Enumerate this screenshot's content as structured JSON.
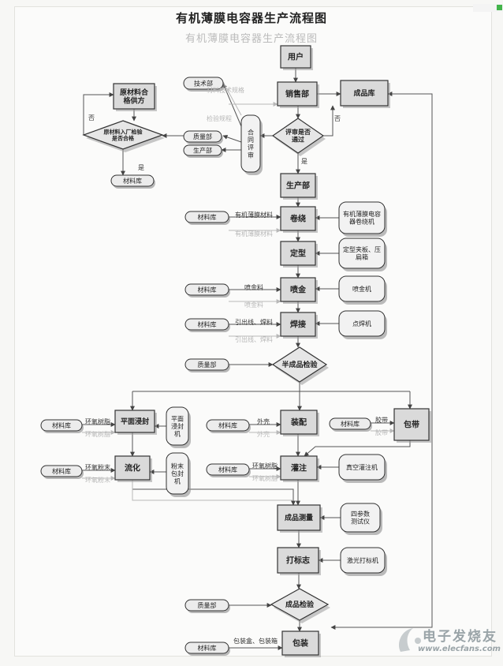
{
  "title": "有机薄膜电容器生产流程图",
  "title_ghost": "有机薄膜电容器生产流程图",
  "nodes": {
    "user": "用户",
    "sales": "销售部",
    "finished_warehouse": "成品库",
    "review": "评审是否\n通过",
    "contract_review": "合\n同\n评\n审",
    "tech_dept": "技术部",
    "quality_dept_1": "质量部",
    "production_dept_small": "生产部",
    "supplier": "原材料合\n格供方",
    "incoming_check": "原材料入厂检验\n是否合格",
    "warehouse_top": "材料库",
    "production_dept": "生产部",
    "winding": "卷绕",
    "winding_machine": "有机薄膜电容\n器卷绕机",
    "shaping": "定型",
    "shaping_machine": "定型夹板、压\n扁箱",
    "spraying": "喷金",
    "spraying_machine": "喷金机",
    "welding": "焊接",
    "welding_machine": "点焊机",
    "semi_check": "半成品检验",
    "quality_dept_2": "质量部",
    "flat_dip": "平面浸封",
    "flat_dip_machine": "平面\n浸封\n机",
    "assembly": "装配",
    "wrapping": "包带",
    "flow_coat": "流化",
    "powder_machine": "粉末\n包封\n机",
    "potting": "灌注",
    "vacuum_machine": "真空灌注机",
    "measure": "成品测量",
    "tester": "四参数\n测试仪",
    "marking": "打标志",
    "laser": "激光打标机",
    "final_check": "成品检验",
    "quality_dept_3": "质量部",
    "packing": "包装",
    "wh_winding": "材料库",
    "wh_spray": "材料库",
    "wh_weld": "材料库",
    "wh_dip": "材料库",
    "wh_assembly": "材料库",
    "wh_wrap": "材料库",
    "wh_flow": "材料库",
    "wh_potting": "材料库",
    "wh_pack": "材料库"
  },
  "labels": {
    "no_left": "否",
    "no_right": "否",
    "yes_left": "是",
    "yes_center": "是",
    "film": "有机薄膜材料",
    "film_ghost": "有机薄膜材料",
    "spray_mat": "喷金料",
    "spray_ghost": "喷金料",
    "lead": "引出线、焊料",
    "lead_ghost": "引出线、焊料",
    "resin1": "环氧树脂",
    "resin1_ghost": "环氧树脂",
    "shell": "外壳",
    "shell_ghost": "外壳",
    "tape": "胶带",
    "tape_ghost": "胶带",
    "powder": "环氧粉末",
    "powder_ghost": "环氧粉末",
    "resin2": "环氧树脂",
    "resin2_ghost": "环氧树脂",
    "pack_mat": "包装盒、包装箱",
    "tech_ghost": "材料技术规格",
    "quality_ghost": "检验规程"
  },
  "watermark": {
    "cn": "电子发烧友",
    "en": "www.elecfans.com"
  },
  "colors": {
    "box_fill": "#dadada",
    "box_stroke": "#333333",
    "line": "#555555",
    "ghost": "#b8b8b8"
  }
}
